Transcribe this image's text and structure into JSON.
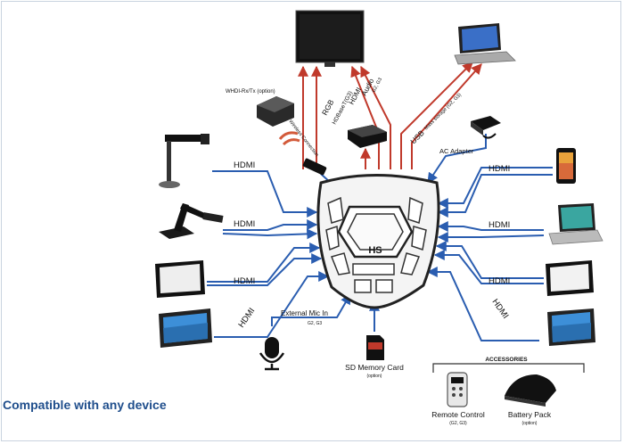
{
  "caption": "Compatible with any device",
  "hub_label": "HS",
  "labels": {
    "hdmi": "HDMI",
    "wireless_tx": "WHDI-Rx/Tx (option)",
    "wireless_conn": "Wireless Connection",
    "g2g3_top": "G2, G3",
    "audio": "Audio",
    "hdmi_out": "HDMI",
    "hdbaset": "HDBaseT(G3)",
    "rgb": "RGB",
    "usb": "USB",
    "usb_detail": "Mass storage (G2, G3)",
    "ac_adapter": "AC Adapter",
    "external_mic": "External Mic In",
    "mic_note": "G2, G3",
    "sd_card": "SD Memory Card",
    "sd_note": "(option)",
    "accessories": "ACCESSORIES",
    "remote": "Remote Control",
    "remote_note": "(G2, G3)",
    "battery": "Battery Pack",
    "battery_note": "(option)"
  },
  "colors": {
    "input_line": "#2a5db0",
    "output_line": "#c0392b",
    "caption": "#1f4e8c",
    "hub_fill": "#f4f4f4",
    "hub_stroke": "#222222"
  },
  "icons": [
    "monitor-icon",
    "laptop-icon",
    "wireless-box-icon",
    "hdbaset-box-icon",
    "dongle-icon",
    "ac-adapter-icon",
    "document-camera-icon",
    "robot-arm-camera-icon",
    "tablet-icon",
    "ipad-icon",
    "smartphone-icon",
    "microphone-icon",
    "sd-card-icon",
    "remote-control-icon",
    "battery-pack-icon"
  ]
}
